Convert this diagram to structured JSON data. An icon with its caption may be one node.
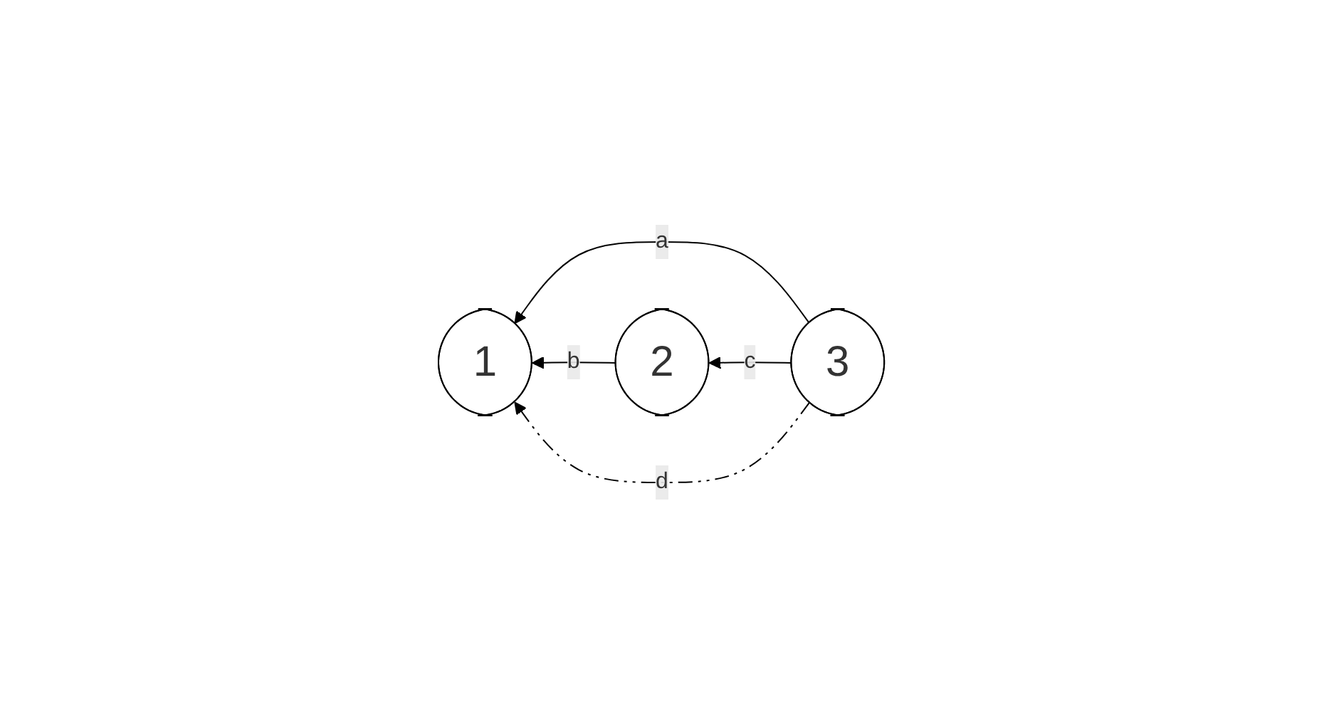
{
  "diagram": {
    "nodes": [
      {
        "text": [
          "1"
        ]
      },
      {
        "text": [
          "2"
        ]
      },
      {
        "text": [
          "3"
        ]
      }
    ],
    "edges": [
      {
        "from": 2,
        "to": 0,
        "arrow": "to",
        "label": "a"
      },
      {
        "from": 1,
        "to": 0,
        "arrow": "to",
        "label": "b"
      },
      {
        "from": 2,
        "to": 1,
        "arrow": "to",
        "label": "c"
      },
      {
        "from": 2,
        "to": 0,
        "arrow": "to",
        "label": "d",
        "style": "dashed"
      }
    ]
  }
}
